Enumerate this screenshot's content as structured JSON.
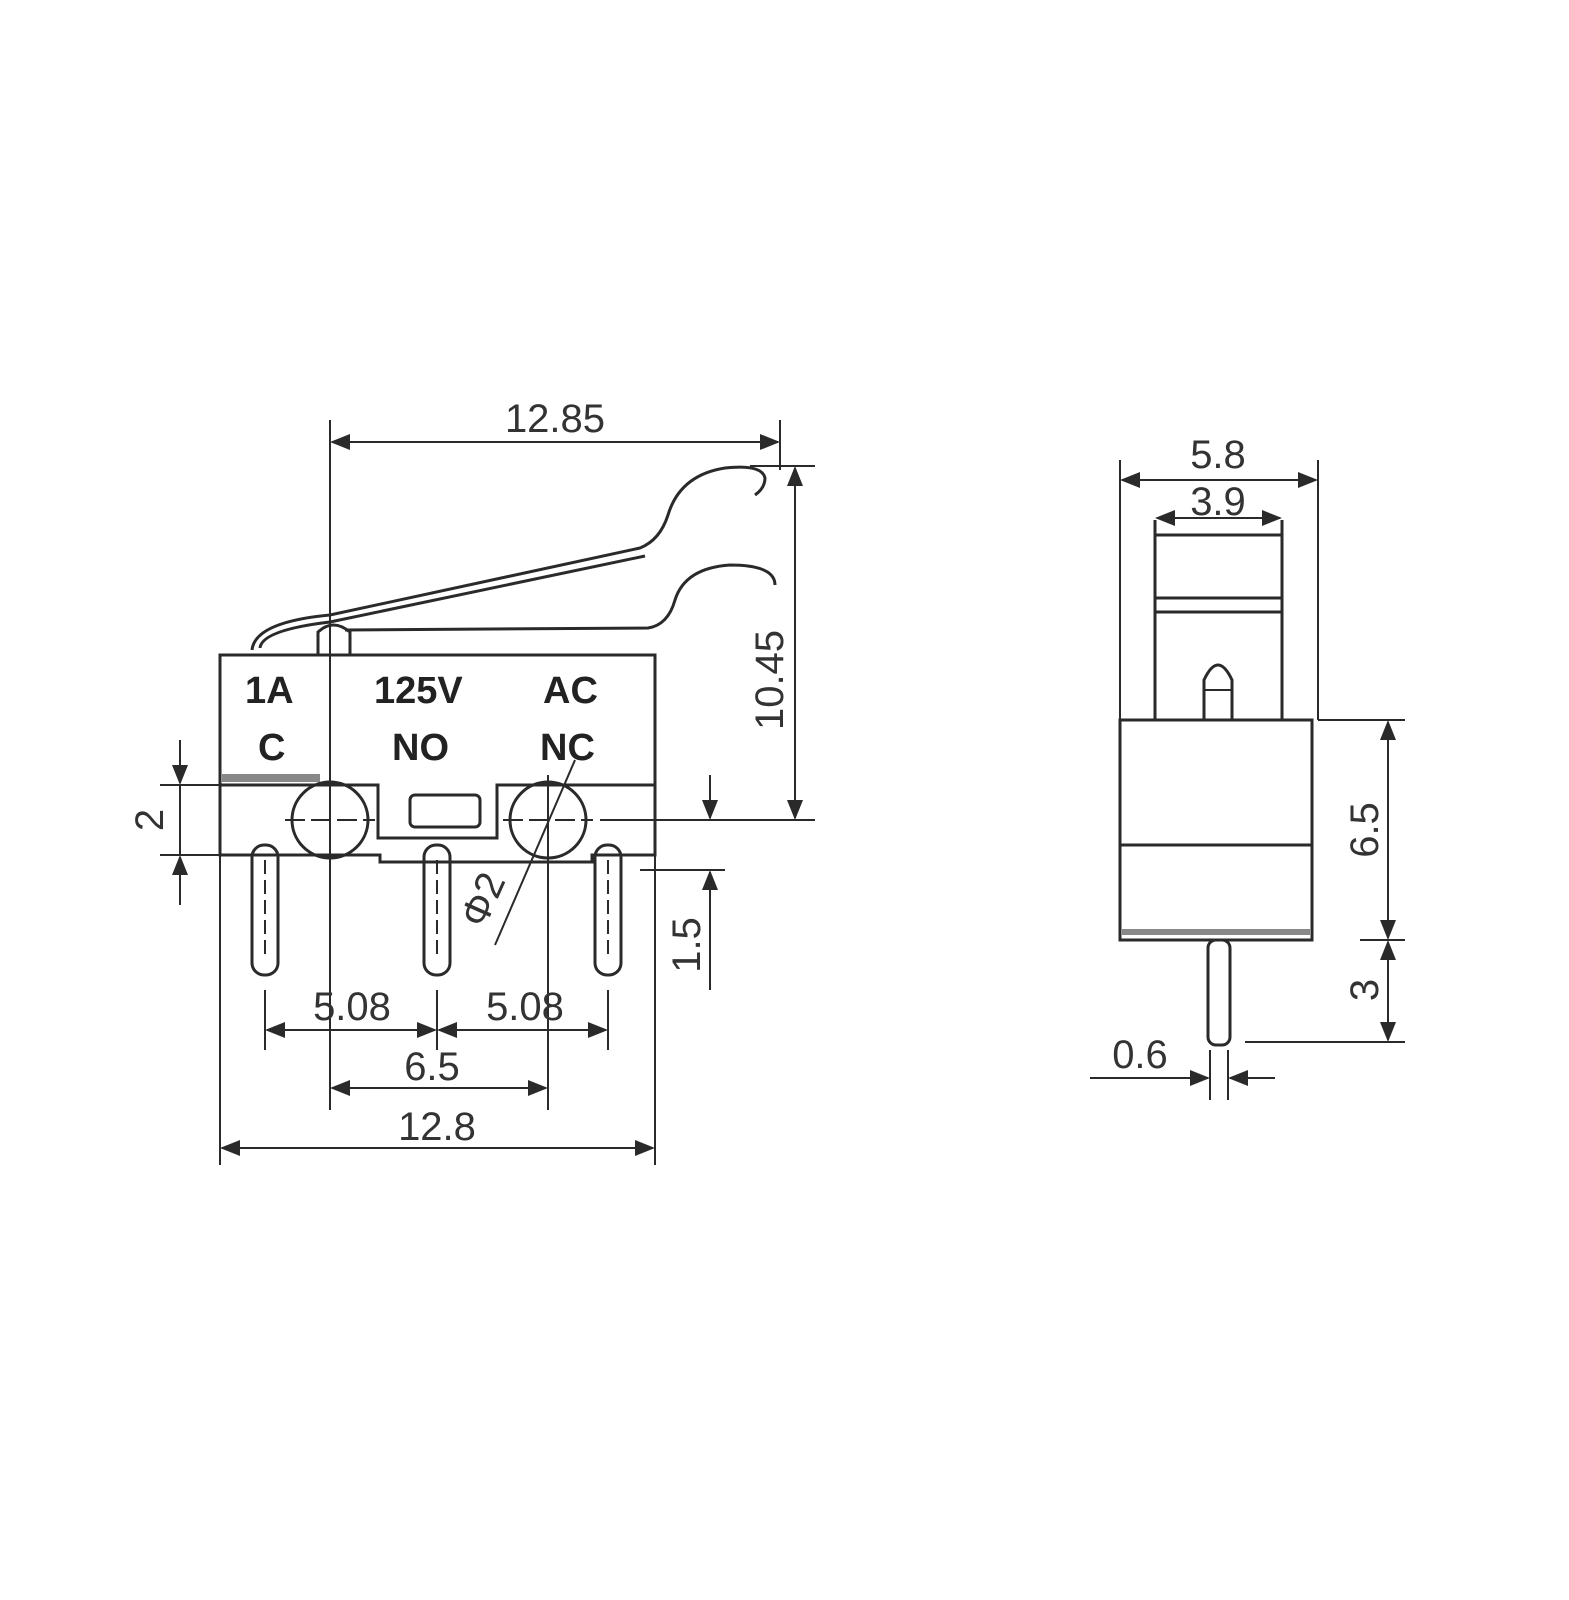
{
  "front_view": {
    "labels": {
      "current": "1A",
      "voltage": "125V",
      "type": "AC",
      "common": "C",
      "normally_open": "NO",
      "normally_closed": "NC"
    },
    "dimensions": {
      "lever_length": "12.85",
      "height": "10.45",
      "hole_offset": "2",
      "pin_offset": "1.5",
      "hole_diameter": "Φ2",
      "pin_pitch_left": "5.08",
      "pin_pitch_right": "5.08",
      "hole_spacing": "6.5",
      "body_width": "12.8"
    }
  },
  "side_view": {
    "dimensions": {
      "width": "5.8",
      "inner_width": "3.9",
      "body_height": "6.5",
      "pin_length": "3",
      "pin_thickness": "0.6"
    }
  },
  "colors": {
    "line": "#2a2a2a",
    "background": "#ffffff"
  }
}
